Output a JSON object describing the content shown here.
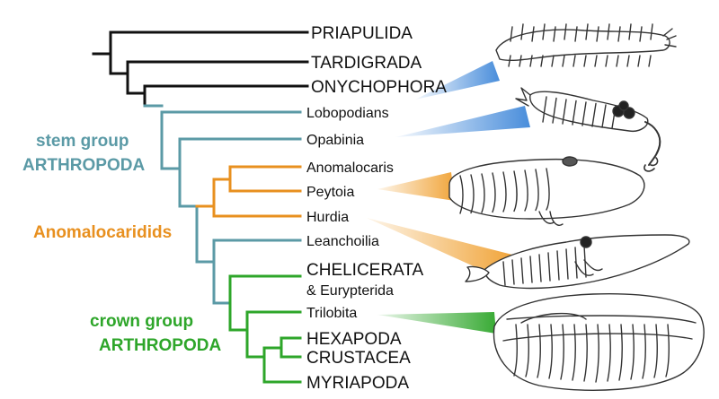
{
  "colors": {
    "black": "#111111",
    "stem": "#5b9aa6",
    "anomalocaridid": "#e8901f",
    "crown": "#2ea62a",
    "blue_beam": "#3f87d9",
    "orange_beam": "#f0a030",
    "green_beam": "#2ea62a",
    "drawing": "#333333"
  },
  "taxa": [
    {
      "label": "PRIAPULIDA"
    },
    {
      "label": "TARDIGRADA"
    },
    {
      "label": "ONYCHOPHORA"
    },
    {
      "label": "Lobopodians"
    },
    {
      "label": "Opabinia"
    },
    {
      "label": "Anomalocaris"
    },
    {
      "label": "Peytoia"
    },
    {
      "label": "Hurdia"
    },
    {
      "label": "Leanchoilia"
    },
    {
      "label": "CHELICERATA"
    },
    {
      "label": "& Eurypterida"
    },
    {
      "label": "Trilobita"
    },
    {
      "label": "HEXAPODA"
    },
    {
      "label": "CRUSTACEA"
    },
    {
      "label": "MYRIAPODA"
    }
  ],
  "groups": {
    "stem": {
      "line1": "stem group",
      "line2": "ARTHROPODA"
    },
    "anomalocaridids": {
      "line1": "Anomalocaridids"
    },
    "crown": {
      "line1": "crown group",
      "line2": "ARTHROPODA"
    }
  },
  "illustrations": [
    {
      "icon": "lobopodian-worm-drawing"
    },
    {
      "icon": "opabinia-drawing"
    },
    {
      "icon": "peytoia-drawing"
    },
    {
      "icon": "hurdia-drawing"
    },
    {
      "icon": "trilobite-drawing"
    }
  ]
}
